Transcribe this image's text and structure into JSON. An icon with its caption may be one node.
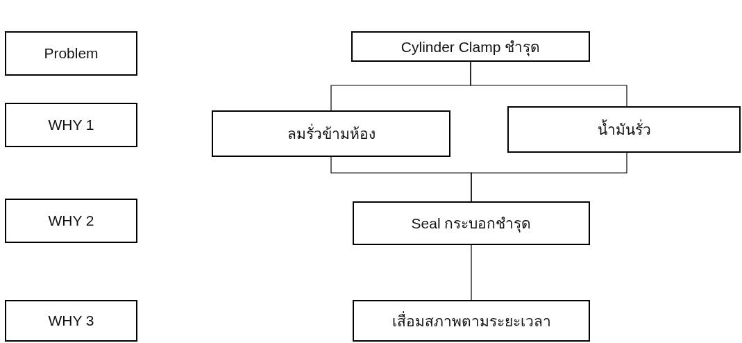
{
  "diagram": {
    "nodes": [
      {
        "text": [
          "Problem"
        ]
      },
      {
        "text": [
          "WHY 1"
        ]
      },
      {
        "text": [
          "WHY 2"
        ]
      },
      {
        "text": [
          "WHY 3"
        ]
      },
      {
        "text": [
          "Cylinder Clamp ชำรุด"
        ]
      },
      {
        "text": [
          "ลมรั่วข้ามห้อง"
        ]
      },
      {
        "text": [
          "น้ำมันรั่ว"
        ]
      },
      {
        "text": [
          "Seal กระบอกชำรุด"
        ]
      },
      {
        "text": [
          "เสื่อมสภาพตามระยะเวลา"
        ]
      }
    ],
    "edges": [
      {
        "from": 4,
        "to": 5,
        "arrow": "none"
      },
      {
        "from": 4,
        "to": 6,
        "arrow": "none"
      },
      {
        "from": 5,
        "to": 7,
        "arrow": "none"
      },
      {
        "from": 6,
        "to": 7,
        "arrow": "none"
      },
      {
        "from": 7,
        "to": 8,
        "arrow": "none"
      }
    ]
  }
}
